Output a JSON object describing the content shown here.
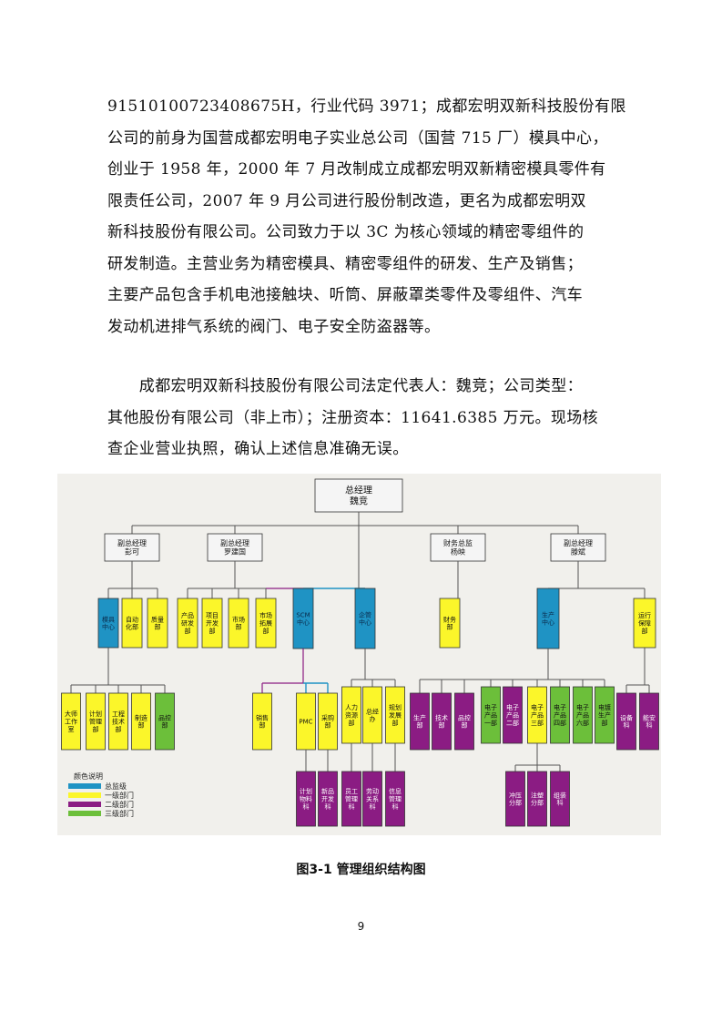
{
  "paragraph1": [
    "91510100723408675H，行业代码 3971；成都宏明双新科技股份有限",
    "公司的前身为国营成都宏明电子实业总公司（国营 715 厂）模具中心，",
    "创业于 1958 年，2000 年 7 月改制成立成都宏明双新精密模具零件有",
    "限责任公司，2007 年 9 月公司进行股份制改造，更名为成都宏明双",
    "新科技股份有限公司。公司致力于以 3C 为核心领域的精密零组件的",
    "研发制造。主营业务为精密模具、精密零组件的研发、生产及销售；",
    "主要产品包含手机电池接触块、听筒、屏蔽罩类零件及零组件、汽车",
    "发动机进排气系统的阀门、电子安全防盗器等。"
  ],
  "paragraph2": [
    "　　成都宏明双新科技股份有限公司法定代表人：魏竞；公司类型：",
    "其他股份有限公司（非上市）；注册资本：11641.6385 万元。现场核",
    "查企业营业执照，确认上述信息准确无误。"
  ],
  "colors": {
    "blue": "#1f93c4",
    "yellow": "#fbf62a",
    "purple": "#8b1c83",
    "green": "#6cbf3a",
    "box": "#f5f5f5"
  },
  "org": {
    "top": [
      "总经理",
      "魏竞"
    ],
    "managers": [
      [
        "副总经理",
        "彭可"
      ],
      [
        "副总经理",
        "罗建国"
      ],
      [
        "财务总监",
        "杨映"
      ],
      [
        "副总经理",
        "滕斌"
      ]
    ],
    "level1": [
      {
        "lines": [
          "模具",
          "中心"
        ],
        "color": "blue"
      },
      {
        "lines": [
          "自动",
          "化部"
        ],
        "color": "yellow"
      },
      {
        "lines": [
          "质量",
          "部"
        ],
        "color": "yellow"
      },
      {
        "lines": [
          "产品",
          "研发",
          "部"
        ],
        "color": "yellow"
      },
      {
        "lines": [
          "项目",
          "开发",
          "部"
        ],
        "color": "yellow"
      },
      {
        "lines": [
          "市场",
          "部"
        ],
        "color": "yellow"
      },
      {
        "lines": [
          "市场",
          "拓展",
          "部"
        ],
        "color": "yellow"
      },
      {
        "lines": [
          "SCM",
          "中心"
        ],
        "color": "blue"
      },
      {
        "lines": [
          "企管",
          "中心"
        ],
        "color": "blue"
      },
      {
        "lines": [
          "财务",
          "部"
        ],
        "color": "yellow"
      },
      {
        "lines": [
          "生产",
          "中心"
        ],
        "color": "blue"
      },
      {
        "lines": [
          "运行",
          "保障",
          "部"
        ],
        "color": "yellow"
      }
    ],
    "level2": [
      {
        "lines": [
          "大师",
          "工作",
          "室"
        ],
        "color": "yellow"
      },
      {
        "lines": [
          "计划",
          "管理",
          "部"
        ],
        "color": "yellow"
      },
      {
        "lines": [
          "工程",
          "技术",
          "部"
        ],
        "color": "yellow"
      },
      {
        "lines": [
          "制造",
          "部"
        ],
        "color": "yellow"
      },
      {
        "lines": [
          "品控",
          "部"
        ],
        "color": "green"
      },
      {
        "lines": [
          "销售",
          "部"
        ],
        "color": "yellow"
      },
      {
        "lines": [
          "PMC"
        ],
        "color": "yellow"
      },
      {
        "lines": [
          "采购",
          "部"
        ],
        "color": "yellow"
      },
      {
        "lines": [
          "人力",
          "资源",
          "部"
        ],
        "color": "yellow"
      },
      {
        "lines": [
          "总经",
          "办"
        ],
        "color": "yellow"
      },
      {
        "lines": [
          "规划",
          "发展",
          "部"
        ],
        "color": "yellow"
      },
      {
        "lines": [
          "生产",
          "部"
        ],
        "color": "purple"
      },
      {
        "lines": [
          "技术",
          "部"
        ],
        "color": "purple"
      },
      {
        "lines": [
          "品控",
          "部"
        ],
        "color": "purple"
      },
      {
        "lines": [
          "电子",
          "产品",
          "一部"
        ],
        "color": "green"
      },
      {
        "lines": [
          "电子",
          "产品",
          "二部"
        ],
        "color": "purple"
      },
      {
        "lines": [
          "电子",
          "产品",
          "三部"
        ],
        "color": "yellow"
      },
      {
        "lines": [
          "电子",
          "产品",
          "四部"
        ],
        "color": "green"
      },
      {
        "lines": [
          "电子",
          "产品",
          "六部"
        ],
        "color": "green"
      },
      {
        "lines": [
          "电镀",
          "生产",
          "部"
        ],
        "color": "green"
      },
      {
        "lines": [
          "设备",
          "科"
        ],
        "color": "purple"
      },
      {
        "lines": [
          "能安",
          "科"
        ],
        "color": "purple"
      }
    ],
    "level3": [
      {
        "lines": [
          "计划",
          "物料",
          "科"
        ],
        "color": "purple"
      },
      {
        "lines": [
          "新品",
          "开发",
          "科"
        ],
        "color": "purple"
      },
      {
        "lines": [
          "员工",
          "管理",
          "科"
        ],
        "color": "purple"
      },
      {
        "lines": [
          "劳动",
          "关系",
          "科"
        ],
        "color": "purple"
      },
      {
        "lines": [
          "信息",
          "管理",
          "科"
        ],
        "color": "purple"
      },
      {
        "lines": [
          "冲压",
          "分部"
        ],
        "color": "purple"
      },
      {
        "lines": [
          "注塑",
          "分部"
        ],
        "color": "purple"
      },
      {
        "lines": [
          "组装",
          "科"
        ],
        "color": "purple"
      }
    ]
  },
  "legend": {
    "title": "颜色说明",
    "items": [
      {
        "label": "总监级",
        "color": "blue"
      },
      {
        "label": "一级部门",
        "color": "yellow"
      },
      {
        "label": "二级部门",
        "color": "purple"
      },
      {
        "label": "三级部门",
        "color": "green"
      }
    ]
  },
  "caption": "图3-1  管理组织结构图",
  "page_number": "9"
}
